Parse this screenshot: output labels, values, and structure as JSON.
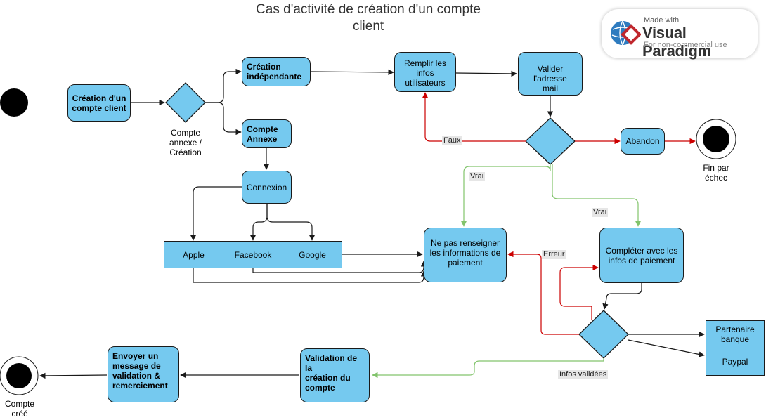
{
  "diagram": {
    "title": "Cas d'activité de création d'un compte\nclient",
    "watermark": {
      "made_with": "Made with",
      "name": "Visual Paradigm",
      "sub": "For non-commercial use"
    },
    "nodes": {
      "creation_compte": "Création d'un\ncompte client",
      "creation_independante": "Création\nindépendante",
      "compte_annexe": "Compte\nAnnexe",
      "connexion": "Connexion",
      "apple": "Apple",
      "facebook": "Facebook",
      "google": "Google",
      "remplir_infos": "Remplir les\ninfos\nutilisateurs",
      "valider_adresse": "Valider l'adresse\nmail",
      "abandon": "Abandon",
      "ne_pas_renseigner": "Ne pas renseigner\nles informations de\npaiement",
      "completer_paiement": "Compléter avec les\ninfos de paiement",
      "partenaire_banque": "Partenaire\nbanque",
      "paypal": "Paypal",
      "validation_creation": "Validation de la\ncréation du\ncompte",
      "envoyer_message": "Envoyer un\nmessage de\nvalidation &\nremerciement"
    },
    "labels": {
      "compte_annexe_creation": "Compte\nannexe /\nCréation",
      "fin_echec": "Fin par\néchec",
      "compte_cree": "Compte\ncréé",
      "faux": "Faux",
      "vrai_1": "Vrai",
      "vrai_2": "Vrai",
      "erreur": "Erreur",
      "infos_validees": "Infos validées"
    },
    "colors": {
      "node_fill": "#75c9ef",
      "false_edge": "#cc0000",
      "true_edge": "#82c46c",
      "edge": "#1a1a1a"
    }
  }
}
